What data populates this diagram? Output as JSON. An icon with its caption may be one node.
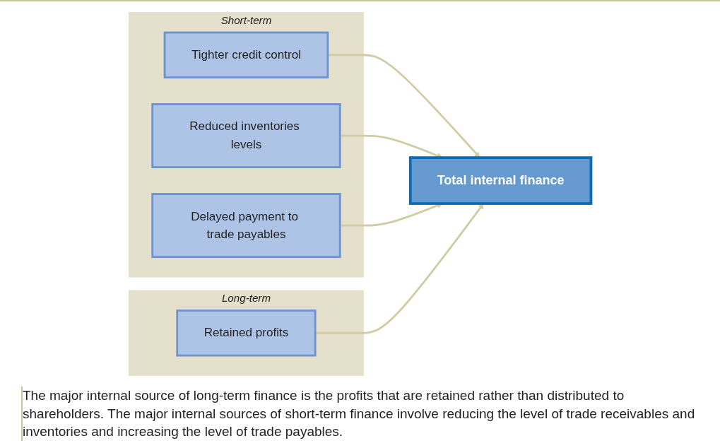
{
  "diagram": {
    "caption": "The major internal source of long-term finance is the profits that are retained rather than distributed to shareholders. The major internal sources of short-term finance involve reducing the level of trade receivables and inventories and increasing the level of trade payables.",
    "nodes": [
      {
        "text": [
          "Short-term"
        ]
      },
      {
        "text": [
          "Tighter credit control"
        ],
        "in": 0
      },
      {
        "text": [
          "Reduced inventories levels"
        ],
        "in": 0
      },
      {
        "text": [
          "Delayed payment to trade payables"
        ],
        "in": 0
      },
      {
        "text": [
          "Total internal finance"
        ]
      },
      {
        "text": [
          "Long-term"
        ]
      },
      {
        "text": [
          "Retained profits"
        ],
        "in": 5
      }
    ],
    "edges": [
      {
        "from": 1,
        "to": 4,
        "arrow": "to"
      },
      {
        "from": 2,
        "to": 4,
        "arrow": "to"
      },
      {
        "from": 3,
        "to": 4,
        "arrow": "to"
      },
      {
        "from": 6,
        "to": 4,
        "arrow": "to"
      }
    ]
  }
}
